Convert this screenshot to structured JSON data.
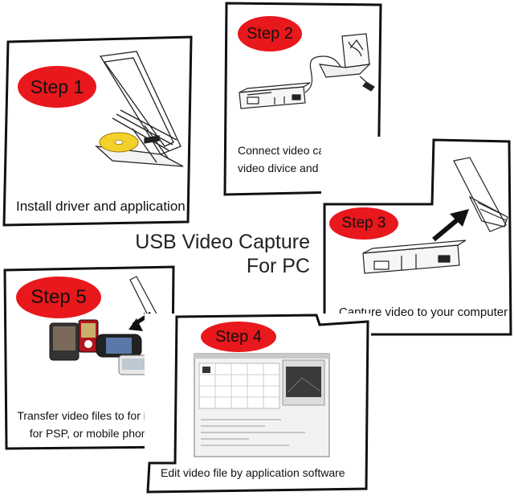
{
  "title": {
    "line1": "USB Video Capture",
    "line2": "For PC"
  },
  "steps": [
    {
      "label": "Step 1",
      "caption": [
        "Install driver and application"
      ]
    },
    {
      "label": "Step 2",
      "caption": [
        "Connect video capture with",
        "video divice and PC"
      ]
    },
    {
      "label": "Step 3",
      "caption": [
        "Capture video to your computer"
      ]
    },
    {
      "label": "Step 4",
      "caption": [
        "Edit video file by application software"
      ]
    },
    {
      "label": "Step 5",
      "caption": [
        "Transfer video files to for iPod,",
        "for PSP, or mobile phone."
      ]
    }
  ],
  "colors": {
    "badge": "#e8181c",
    "stroke": "#111111",
    "disc": "#f2d22a"
  }
}
